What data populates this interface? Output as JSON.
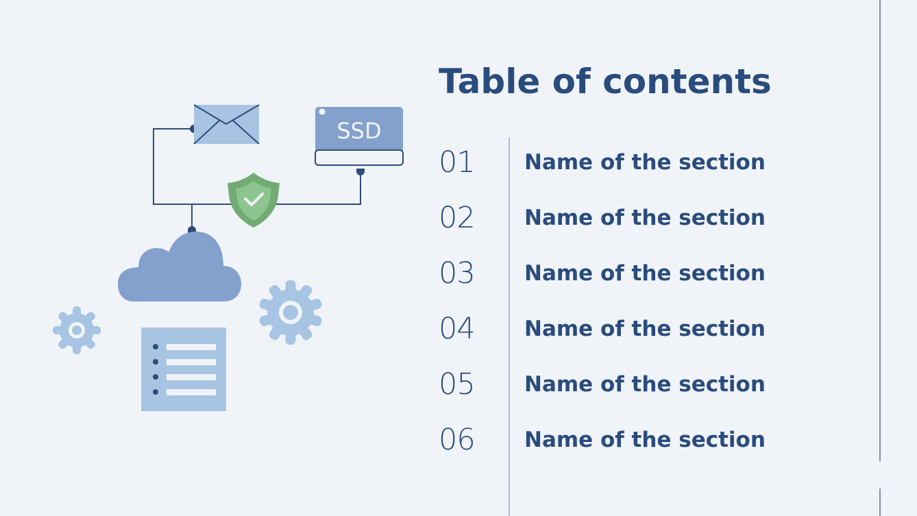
{
  "slide": {
    "title": "Table of contents",
    "sections": [
      {
        "number": "01",
        "label": "Name of the section"
      },
      {
        "number": "02",
        "label": "Name of the section"
      },
      {
        "number": "03",
        "label": "Name of the section"
      },
      {
        "number": "04",
        "label": "Name of the section"
      },
      {
        "number": "05",
        "label": "Name of the section"
      },
      {
        "number": "06",
        "label": "Name of the section"
      }
    ]
  },
  "illustration": {
    "ssd_label": "SSD",
    "icons": [
      "envelope-icon",
      "ssd-drive-icon",
      "shield-check-icon",
      "cloud-icon",
      "gear-icon-small",
      "gear-icon-large",
      "document-list-icon"
    ]
  },
  "colors": {
    "background": "#f0f4f8",
    "primary_text": "#2a4c7d",
    "accent_blue": "#84a0cd",
    "light_blue": "#a8c4e3",
    "shield_green_outer": "#72ab74",
    "shield_green_inner": "#8ec48f",
    "connector": "#2f4b78",
    "divider": "#a9bdd8"
  }
}
